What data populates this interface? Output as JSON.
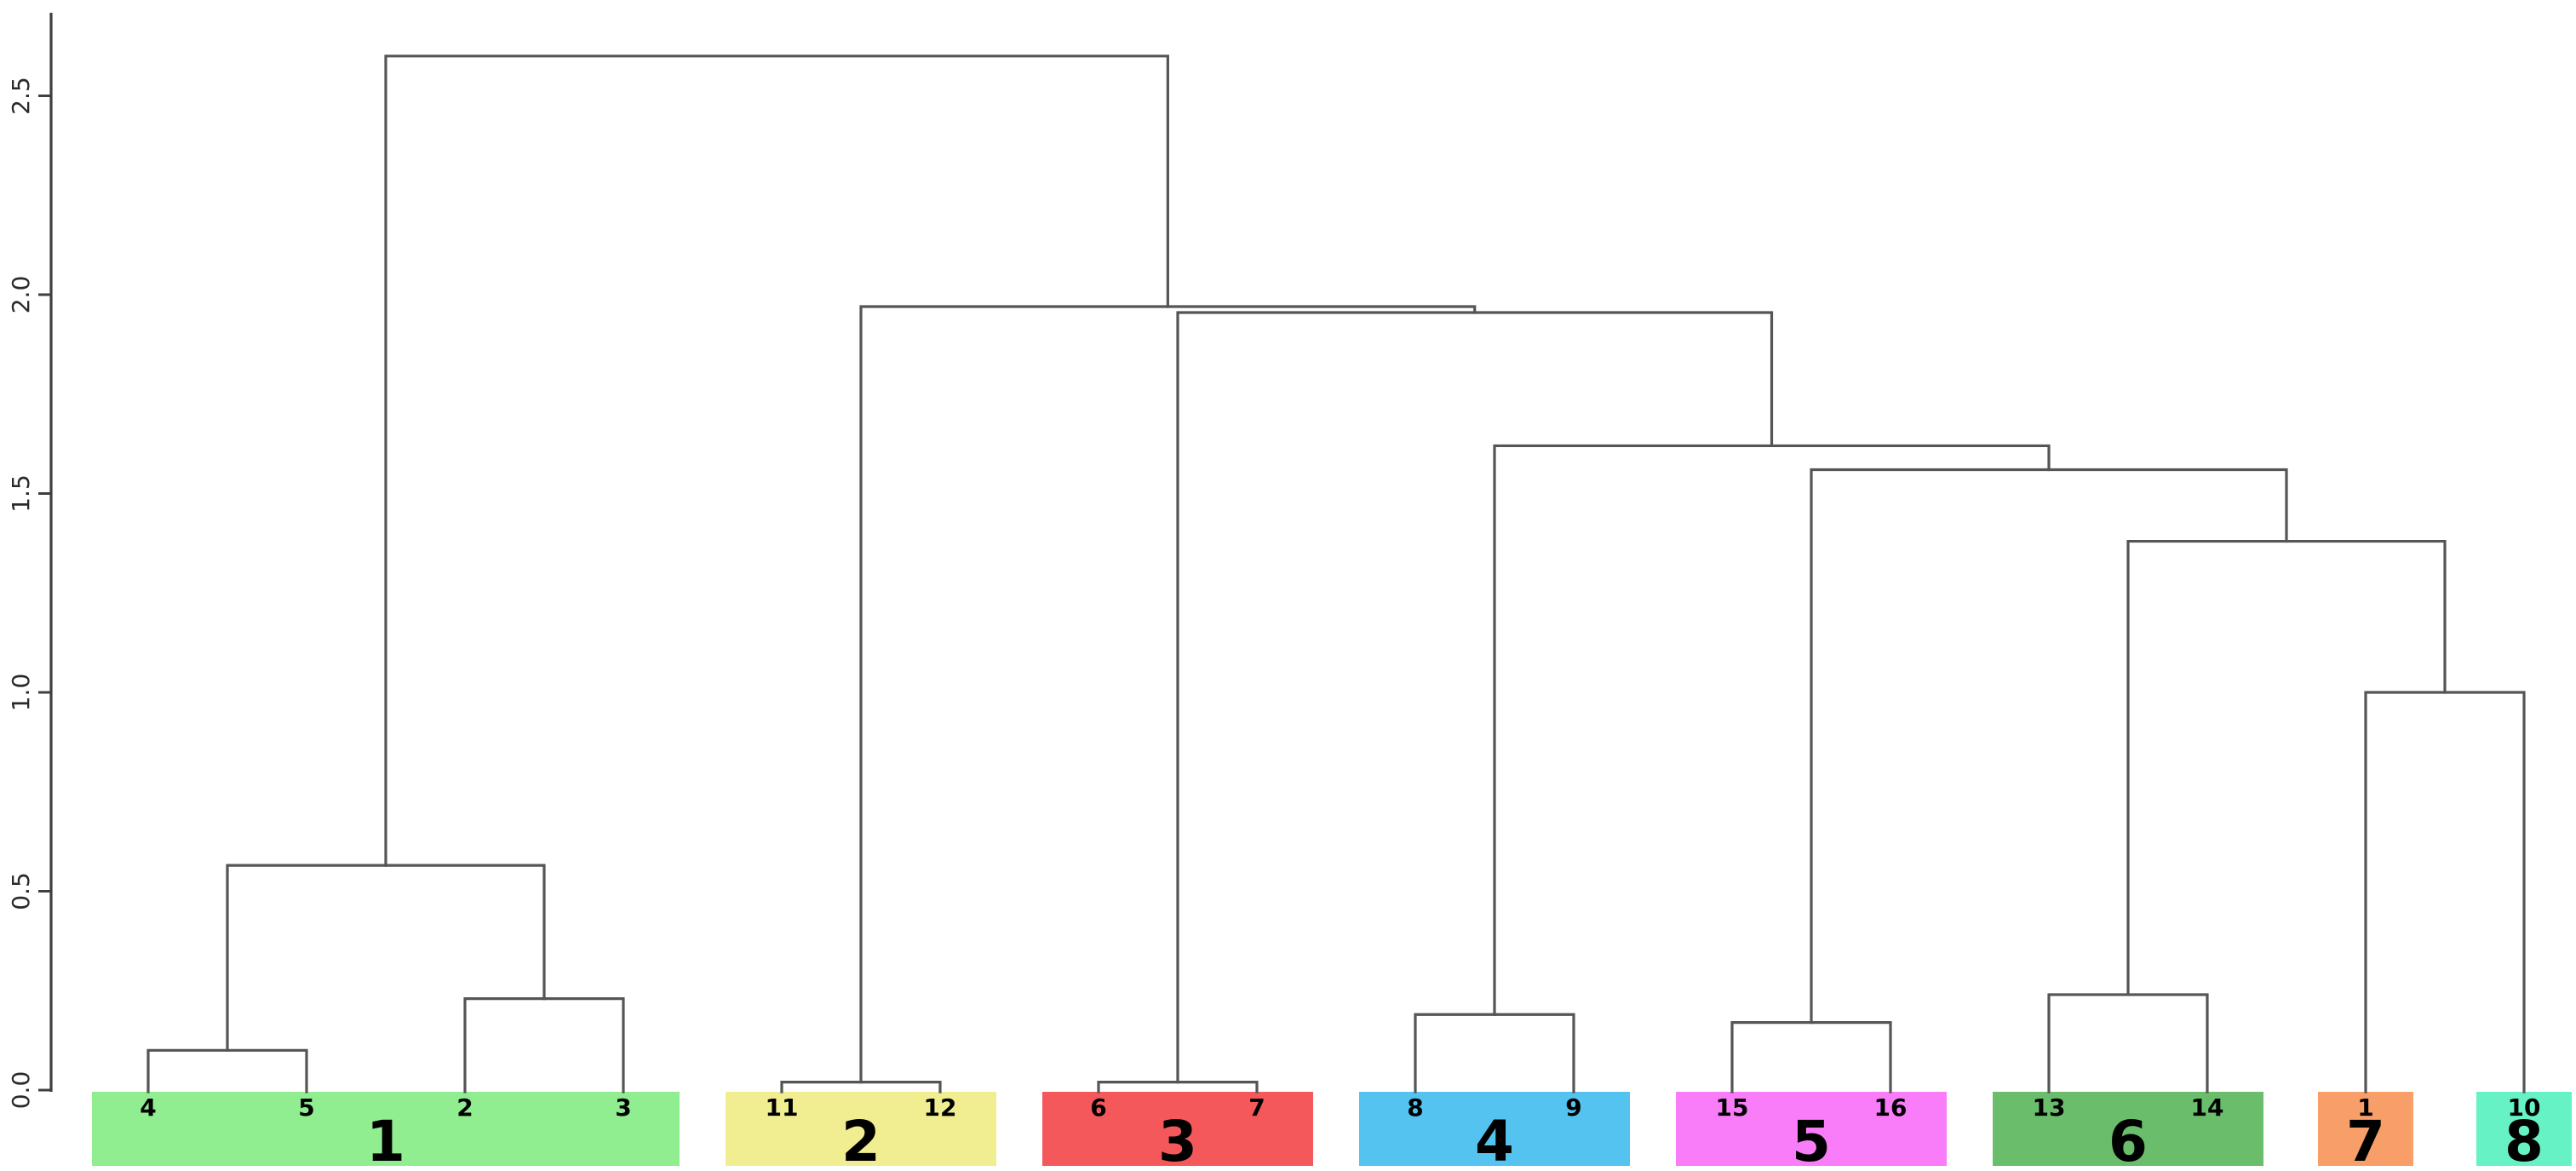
{
  "figure": {
    "background": "#ffffff",
    "link_color": "#555555",
    "axis_line_color": "#3f3f3f",
    "tick_label_color": "#2a2a2a",
    "leaf_label_color": "#000000",
    "cluster_number_color": "#000000"
  },
  "y_axis": {
    "range": [
      0,
      2.71
    ],
    "ticks": [
      {
        "value": 0.0,
        "label": "0.0"
      },
      {
        "value": 0.5,
        "label": "0.5"
      },
      {
        "value": 1.0,
        "label": "1.0"
      },
      {
        "value": 1.5,
        "label": "1.5"
      },
      {
        "value": 2.0,
        "label": "2.0"
      },
      {
        "value": 2.5,
        "label": "2.5"
      }
    ]
  },
  "chart_data": {
    "type": "dendrogram",
    "orientation": "top-down",
    "title": "",
    "xlabel": "",
    "ylabel": "",
    "ylim": [
      0,
      2.71
    ],
    "ytick_labels": [
      "0.0",
      "0.5",
      "1.0",
      "1.5",
      "2.0",
      "2.5"
    ],
    "grid": false,
    "legend": false,
    "leaf_order": [
      "4",
      "5",
      "2",
      "3",
      "11",
      "12",
      "6",
      "7",
      "8",
      "9",
      "15",
      "16",
      "13",
      "14",
      "1",
      "10"
    ],
    "tree": {
      "h": 2.6,
      "c": [
        {
          "h": 0.565,
          "c": [
            {
              "h": 0.1,
              "c": [
                "4",
                "5"
              ]
            },
            {
              "h": 0.23,
              "c": [
                "2",
                "3"
              ]
            }
          ]
        },
        {
          "h": 1.97,
          "c": [
            {
              "h": 0.02,
              "c": [
                "11",
                "12"
              ]
            },
            {
              "h": 1.955,
              "c": [
                {
                  "h": 0.02,
                  "c": [
                    "6",
                    "7"
                  ]
                },
                {
                  "h": 1.62,
                  "c": [
                    {
                      "h": 0.19,
                      "c": [
                        "8",
                        "9"
                      ]
                    },
                    {
                      "h": 1.56,
                      "c": [
                        {
                          "h": 0.17,
                          "c": [
                            "15",
                            "16"
                          ]
                        },
                        {
                          "h": 1.38,
                          "c": [
                            {
                              "h": 0.24,
                              "c": [
                                "13",
                                "14"
                              ]
                            },
                            {
                              "h": 1.0,
                              "c": [
                                "1",
                                "10"
                              ]
                            }
                          ]
                        }
                      ]
                    }
                  ]
                }
              ]
            }
          ]
        }
      ]
    },
    "merge_heights": {
      "4+5": 0.1,
      "2+3": 0.23,
      "(4,5)+(2,3)": 0.565,
      "11+12": 0.02,
      "6+7": 0.02,
      "8+9": 0.19,
      "15+16": 0.17,
      "13+14": 0.24,
      "1+10": 1.0,
      "(13,14)+(1,10)": 1.38,
      "(15,16)+rest": 1.56,
      "(8,9)+rest": 1.62,
      "(6,7)+rest": 1.955,
      "(11,12)+rest": 1.97,
      "root": 2.6
    },
    "clusters": [
      {
        "id": "1",
        "color": "#90EE90",
        "leaves": [
          "4",
          "5",
          "2",
          "3"
        ]
      },
      {
        "id": "2",
        "color": "#F1EE92",
        "leaves": [
          "11",
          "12"
        ]
      },
      {
        "id": "3",
        "color": "#F4585A",
        "leaves": [
          "6",
          "7"
        ]
      },
      {
        "id": "4",
        "color": "#54C3F0",
        "leaves": [
          "8",
          "9"
        ]
      },
      {
        "id": "5",
        "color": "#F97DF9",
        "leaves": [
          "15",
          "16"
        ]
      },
      {
        "id": "6",
        "color": "#6ABD6A",
        "leaves": [
          "13",
          "14"
        ]
      },
      {
        "id": "7",
        "color": "#F89E68",
        "leaves": [
          "1"
        ]
      },
      {
        "id": "8",
        "color": "#67F2C5",
        "leaves": [
          "10"
        ]
      }
    ]
  }
}
